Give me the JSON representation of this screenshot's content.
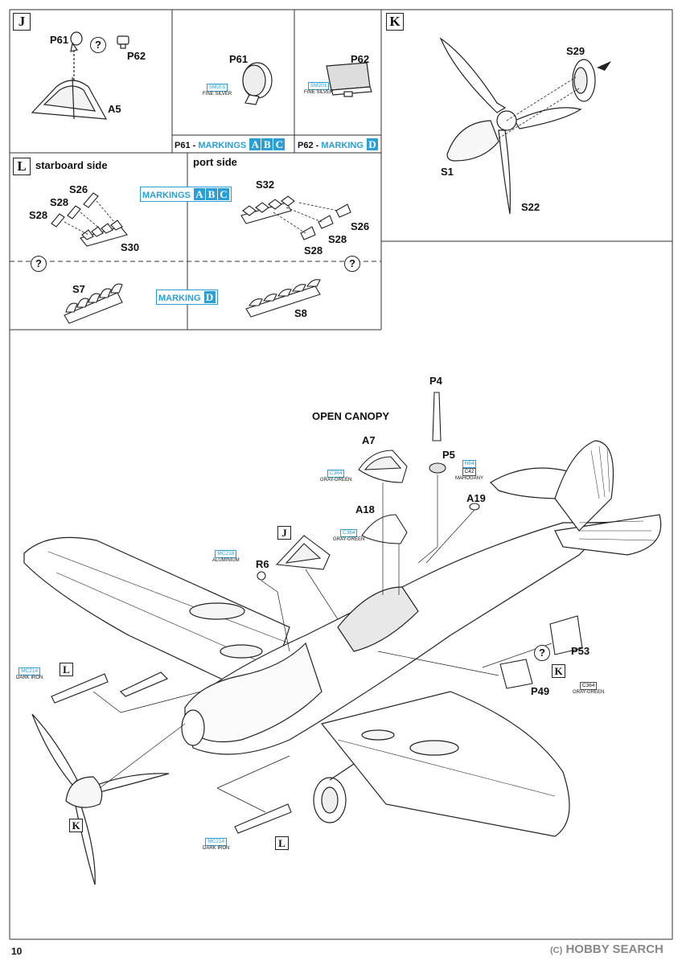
{
  "page_number": "10",
  "watermark": "HOBBY SEARCH",
  "watermark_logo": "(C)",
  "step_j": {
    "letter": "J",
    "parts": {
      "p61": "P61",
      "p62": "P62",
      "a5": "A5"
    },
    "query_symbol": "?",
    "sub_p61": {
      "label": "P61",
      "paint_code": "SM201",
      "paint_name": "FINE SILVER"
    },
    "sub_p62": {
      "label": "P62",
      "paint_code": "SM201",
      "paint_name": "FINE SILVER"
    },
    "footer_p61": {
      "text": "P61 - ",
      "markings": "MARKINGS",
      "letters": [
        "A",
        "B",
        "C"
      ]
    },
    "footer_p62": {
      "text": "P62 - ",
      "markings": "MARKING",
      "letters": [
        "D"
      ]
    }
  },
  "step_k": {
    "letter": "K",
    "parts": {
      "s29": "S29",
      "s1": "S1",
      "s22": "S22"
    }
  },
  "step_l": {
    "letter": "L",
    "starboard_title": "starboard side",
    "port_title": "port side",
    "markings_abc": {
      "text": "MARKINGS",
      "letters": [
        "A",
        "B",
        "C"
      ]
    },
    "marking_d": {
      "text": "MARKING",
      "letters": [
        "D"
      ]
    },
    "query_symbol": "?",
    "starboard_parts": {
      "s26": "S26",
      "s28a": "S28",
      "s28b": "S28",
      "s30": "S30",
      "s7": "S7"
    },
    "port_parts": {
      "s32": "S32",
      "s26": "S26",
      "s28a": "S28",
      "s28b": "S28",
      "s8": "S8"
    }
  },
  "main": {
    "open_canopy": "OPEN CANOPY",
    "parts": {
      "p4": "P4",
      "a7": "A7",
      "p5": "P5",
      "a18": "A18",
      "a19": "A19",
      "r6": "R6",
      "p53": "P53",
      "p49": "P49"
    },
    "refs": {
      "j": "J",
      "k1": "K",
      "k2": "K",
      "l1": "L",
      "l2": "L"
    },
    "query_symbol": "?",
    "paints": {
      "a7": {
        "code": "C364",
        "name": "GRAY-GREEN"
      },
      "p5_h": {
        "code": "H84",
        "code2": "C42",
        "name": "MAHOGANY"
      },
      "a18": {
        "code": "C364",
        "name": "GRAY-GREEN"
      },
      "r6": {
        "code": "MC218",
        "name": "ALUMINIUM"
      },
      "l_top": {
        "code": "MC214",
        "name": "DARK IRON"
      },
      "l_bottom": {
        "code": "MC214",
        "name": "DARK IRON"
      },
      "p49": {
        "code": "C364",
        "name": "GRAY-GREEN"
      }
    }
  },
  "colors": {
    "accent_blue": "#2a9fd6",
    "line": "#222222"
  }
}
